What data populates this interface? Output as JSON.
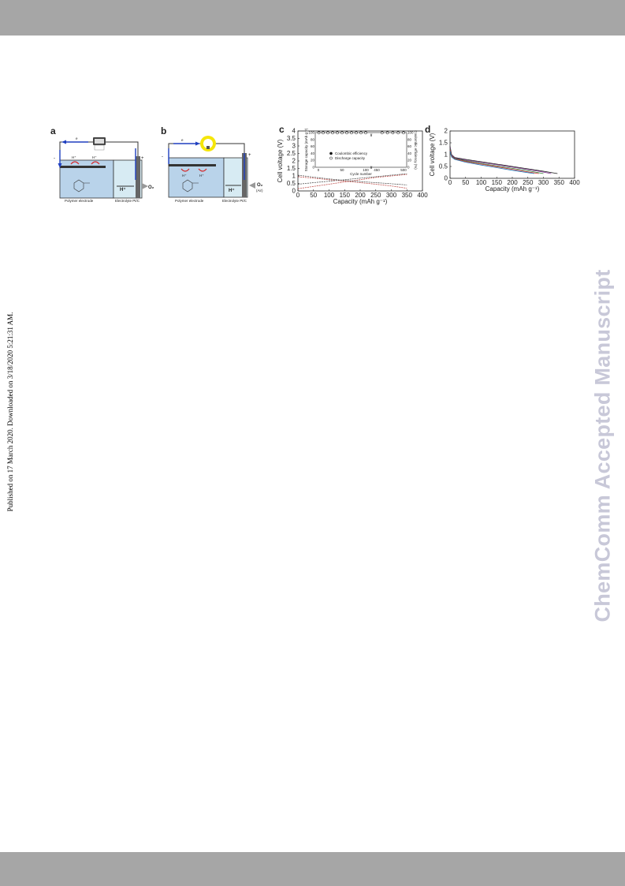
{
  "header": {
    "bar_color": "#a6a6a6"
  },
  "sidebar": {
    "published_text": "Published on 17 March 2020. Downloaded on 3/18/2020 5:21:31 AM."
  },
  "watermark": {
    "text": "ChemComm Accepted Manuscript",
    "color": "#c8c8d8"
  },
  "figure": {
    "panel_a": {
      "label": "a",
      "minus": "-",
      "plus": "+",
      "electron": "e",
      "proton_1": "H⁺",
      "proton_2": "H⁺",
      "proton_3": "H⁺",
      "product": "O₂",
      "left_caption": "Polymer electrode",
      "right_caption": "Electrolyte Pt/C",
      "device_icon": "charger-icon"
    },
    "panel_b": {
      "label": "b",
      "minus": "-",
      "plus": "+",
      "electron": "e",
      "proton_1": "H⁺",
      "proton_2": "H⁺",
      "proton_3": "H⁺",
      "reactant": "O₂",
      "reactant_source": "(Air)",
      "left_caption": "Polymer electrode",
      "right_caption": "Electrolyte Pt/C",
      "device_icon": "lightbulb-icon"
    }
  },
  "chart_data": [
    {
      "panel": "c",
      "type": "line",
      "xlabel": "Capacity (mAh g⁻¹)",
      "ylabel": "Cell voltage (V)",
      "xlim": [
        0,
        400
      ],
      "ylim": [
        0,
        4
      ],
      "xticks": [
        "0",
        "50",
        "100",
        "150",
        "200",
        "250",
        "300",
        "350",
        "400"
      ],
      "yticks": [
        "0",
        "0.5",
        "1",
        "1.5",
        "2",
        "2.5",
        "3",
        "3.5",
        "4"
      ],
      "series": [
        {
          "color": "#c0504d",
          "x": [
            0,
            50,
            100,
            150,
            200,
            250,
            300,
            350
          ],
          "y": [
            0.95,
            0.85,
            0.75,
            0.65,
            0.55,
            0.45,
            0.33,
            0.18
          ]
        },
        {
          "color": "#c0504d",
          "x": [
            0,
            50,
            100,
            150,
            200,
            250,
            300,
            350
          ],
          "y": [
            0.15,
            0.3,
            0.45,
            0.6,
            0.75,
            0.9,
            1.0,
            1.1
          ]
        },
        {
          "color": "#555555",
          "x": [
            0,
            50,
            100,
            150,
            200,
            250,
            300,
            350
          ],
          "y": [
            1.05,
            0.92,
            0.8,
            0.7,
            0.62,
            0.55,
            0.48,
            0.4
          ]
        },
        {
          "color": "#555555",
          "x": [
            0,
            50,
            100,
            150,
            200,
            250,
            300,
            350
          ],
          "y": [
            0.45,
            0.55,
            0.65,
            0.75,
            0.85,
            0.95,
            1.05,
            1.15
          ]
        }
      ],
      "inset": {
        "type": "scatter",
        "xlabel": "Cycle number",
        "ylabel_left": "Storage capacity (mAh g⁻¹)",
        "ylabel_right": "Coulombic efficiency (%)",
        "xticks": [
          "0",
          "50",
          "100",
          "450",
          "500"
        ],
        "yticks_left": [
          "0",
          "20",
          "40",
          "60",
          "80",
          "100"
        ],
        "yticks_right": [
          "0",
          "20",
          "40",
          "60",
          "80",
          "100"
        ],
        "break_mark": "//",
        "legend": [
          {
            "label": "Coulombic efficiency",
            "marker": "filled"
          },
          {
            "label": "Discharge capacity",
            "marker": "open"
          }
        ],
        "series": [
          {
            "name": "Coulombic efficiency",
            "x": [
              1,
              10,
              20,
              30,
              40,
              50,
              60,
              70,
              80,
              90,
              100,
              460,
              470,
              480,
              490,
              500
            ],
            "y": [
              100,
              100,
              100,
              100,
              100,
              100,
              100,
              100,
              100,
              100,
              100,
              100,
              100,
              100,
              100,
              100
            ]
          },
          {
            "name": "Discharge capacity",
            "x": [
              1,
              10,
              20,
              30,
              40,
              50,
              60,
              70,
              80,
              90,
              100,
              460,
              470,
              480,
              490,
              500
            ],
            "y": [
              99,
              99,
              99,
              99,
              99,
              99,
              99,
              99,
              99,
              99,
              99,
              99,
              99,
              99,
              99,
              99
            ]
          }
        ]
      }
    },
    {
      "panel": "d",
      "type": "line",
      "xlabel": "Capacity (mAh g⁻¹)",
      "ylabel": "Cell voltage (V)",
      "xlim": [
        0,
        400
      ],
      "ylim": [
        0,
        2
      ],
      "xticks": [
        "0",
        "50",
        "100",
        "150",
        "200",
        "250",
        "300",
        "350",
        "400"
      ],
      "yticks": [
        "0",
        "0.5",
        "1",
        "1.5",
        "2"
      ],
      "series": [
        {
          "color": "#1a1a1a",
          "x": [
            0,
            5,
            15,
            50,
            100,
            150,
            200,
            250,
            300,
            345
          ],
          "y": [
            1.35,
            1.0,
            0.88,
            0.8,
            0.7,
            0.6,
            0.5,
            0.4,
            0.3,
            0.2
          ]
        },
        {
          "color": "#7b2d8b",
          "x": [
            0,
            5,
            15,
            50,
            100,
            150,
            200,
            250,
            290,
            325
          ],
          "y": [
            1.3,
            0.98,
            0.86,
            0.77,
            0.67,
            0.57,
            0.47,
            0.37,
            0.29,
            0.2
          ]
        },
        {
          "color": "#2e7d32",
          "x": [
            0,
            5,
            15,
            50,
            100,
            150,
            200,
            250,
            300
          ],
          "y": [
            1.25,
            0.95,
            0.84,
            0.74,
            0.63,
            0.52,
            0.42,
            0.32,
            0.2
          ]
        },
        {
          "color": "#c62828",
          "x": [
            0,
            5,
            15,
            50,
            100,
            150,
            200,
            250,
            285
          ],
          "y": [
            1.2,
            0.93,
            0.82,
            0.71,
            0.6,
            0.49,
            0.38,
            0.27,
            0.2
          ]
        },
        {
          "color": "#1f77b4",
          "x": [
            0,
            5,
            15,
            50,
            100,
            150,
            200,
            250,
            270
          ],
          "y": [
            1.15,
            0.9,
            0.8,
            0.68,
            0.56,
            0.45,
            0.34,
            0.24,
            0.2
          ]
        }
      ]
    }
  ]
}
